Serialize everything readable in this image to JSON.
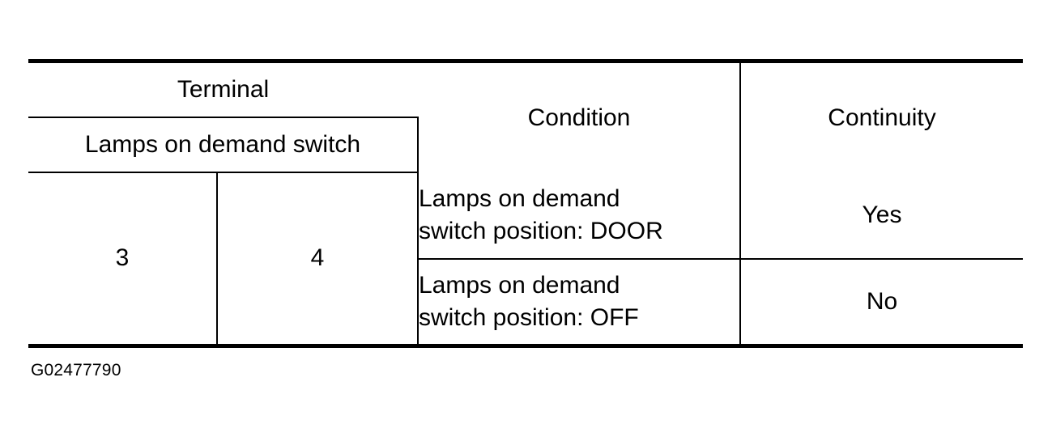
{
  "colors": {
    "ink": "#000000",
    "paper": "#ffffff"
  },
  "table": {
    "header": {
      "terminal_group_label": "Terminal",
      "terminal_sub_label": "Lamps on demand switch",
      "condition_label": "Condition",
      "continuity_label": "Continuity"
    },
    "terminals": {
      "first": "3",
      "second": "4"
    },
    "rows": [
      {
        "condition_line1": "Lamps on demand",
        "condition_line2": "switch position: DOOR",
        "continuity": "Yes"
      },
      {
        "condition_line1": "Lamps on demand",
        "condition_line2": "switch position: OFF",
        "continuity": "No"
      }
    ]
  },
  "footer": {
    "reference_id": "G02477790"
  }
}
